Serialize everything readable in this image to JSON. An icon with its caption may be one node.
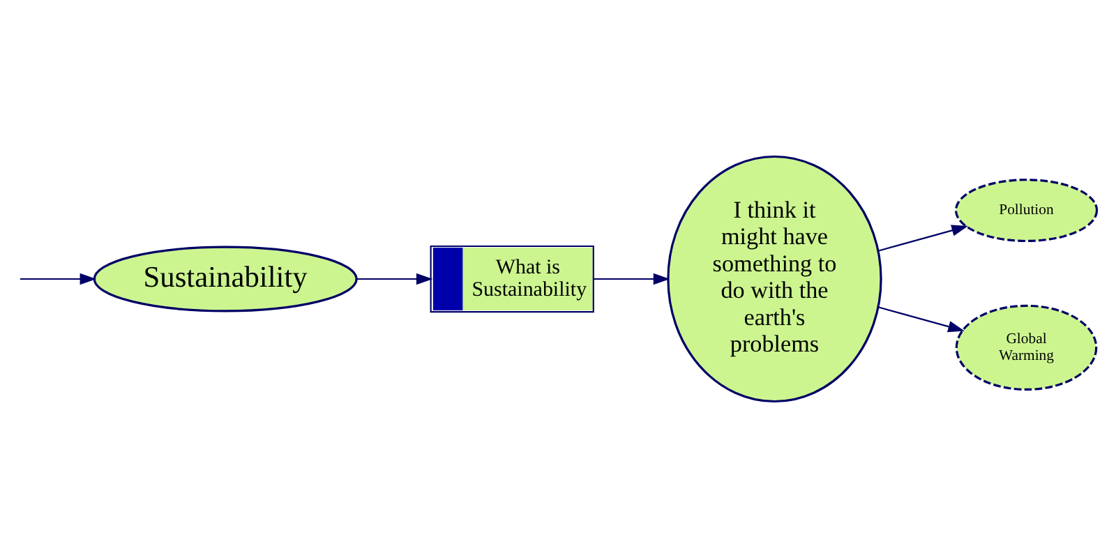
{
  "diagram": {
    "nodes": [
      {
        "text": [
          "Sustainability"
        ]
      },
      {
        "text": [
          "What is Sustainability"
        ]
      },
      {
        "text": [
          "I think it might have something to do with the earth's problems"
        ]
      },
      {
        "text": [
          "Pollution"
        ]
      },
      {
        "text": [
          "Global Warming"
        ]
      }
    ],
    "edges": [
      {
        "from": null,
        "to": 0,
        "arrow": "to"
      },
      {
        "from": 0,
        "to": 1,
        "arrow": "to"
      },
      {
        "from": 1,
        "to": 2,
        "arrow": "to"
      },
      {
        "from": 2,
        "to": 3,
        "arrow": "to"
      },
      {
        "from": 2,
        "to": 4,
        "arrow": "to"
      }
    ]
  }
}
